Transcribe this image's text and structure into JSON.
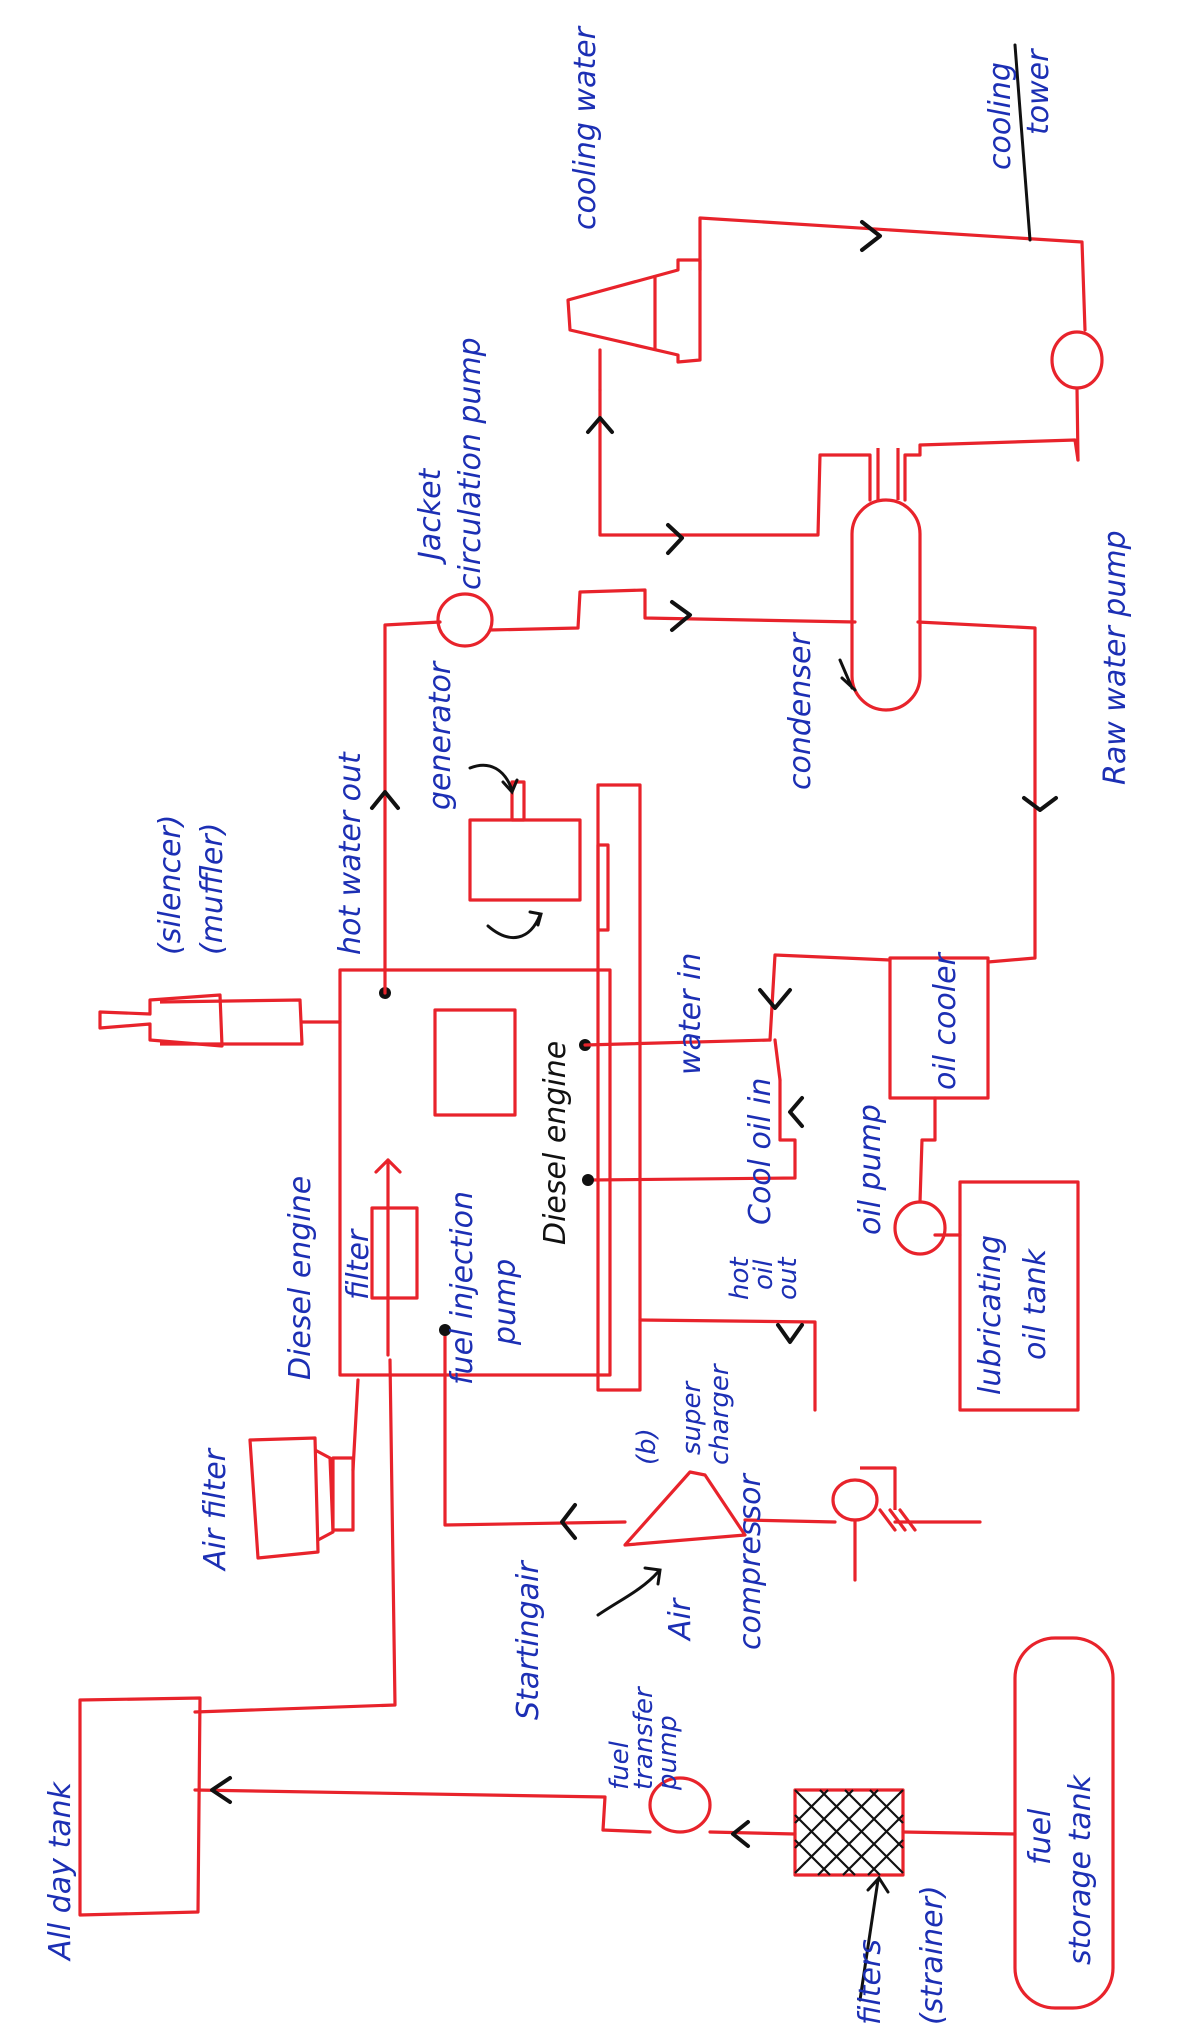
{
  "labels": {
    "all_day_tank": "All day tank",
    "filters": "filters",
    "strainer": "(strainer)",
    "fuel_storage_tank": [
      "fuel",
      "storage tank"
    ],
    "fuel_transfer_pump": [
      "fuel",
      "transfer",
      "pump"
    ],
    "starting_air": "Startingair",
    "air_compressor": [
      "Air",
      "compressor"
    ],
    "supercharger": [
      "(b)",
      "super",
      "charger"
    ],
    "air_filter": "Air filter",
    "diesel_engine_top": "Diesel engine",
    "filter": "filter",
    "fuel_injection_pump": [
      "fuel injection",
      "pump"
    ],
    "diesel_engine_center": "Diesel engine",
    "silencer": [
      "(silencer)",
      "(muffler)"
    ],
    "hot_water_out": "hot water out",
    "generator": "generator",
    "water_in": "water in",
    "cool_oil_in": "Cool oil in",
    "hot_oil_out": [
      "hot",
      "oil",
      "out"
    ],
    "oil_pump": "oil pump",
    "lubricating_oil_tank": [
      "lubricating",
      "oil tank"
    ],
    "oil_cooler": "oil cooler",
    "jacket_circulation_pump": [
      "Jacket",
      "circulation pump"
    ],
    "condenser": "condenser",
    "raw_water_pump": "Raw water pump",
    "cooling_water": "cooling water",
    "cooling_tower": [
      "cooling",
      "tower"
    ]
  },
  "colors": {
    "pipe": "#e8232b",
    "label": "#1c2fb4",
    "mark": "#111111"
  }
}
